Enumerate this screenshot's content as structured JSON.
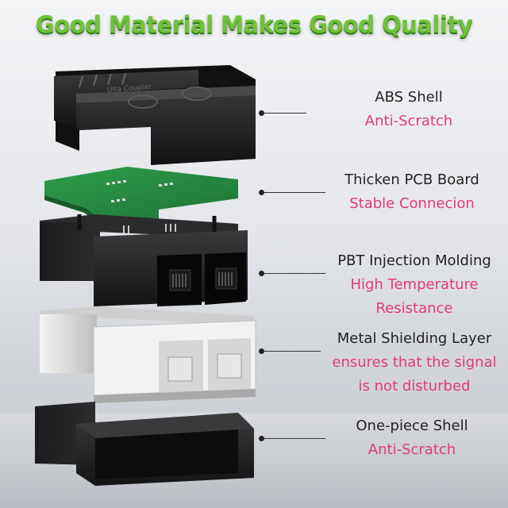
{
  "title": "Good Material Makes Good Quality",
  "shell_logo": "Ulta Coupler",
  "parts": [
    {
      "name": "ABS Shell",
      "desc_lines": [
        "Anti-Scratch"
      ]
    },
    {
      "name": "Thicken PCB Board",
      "desc_lines": [
        "Stable Connecion"
      ]
    },
    {
      "name": "PBT Injection Molding",
      "desc_lines": [
        "High Temperature",
        "Resistance"
      ]
    },
    {
      "name": "Metal Shielding Layer",
      "desc_lines": [
        "ensures that the signal",
        "is not disturbed"
      ]
    },
    {
      "name": "One-piece Shell",
      "desc_lines": [
        "Anti-Scratch"
      ]
    }
  ],
  "colors": {
    "title_green": "#6fc23a",
    "accent_pink": "#e23a7a",
    "text_dark": "#222222"
  }
}
